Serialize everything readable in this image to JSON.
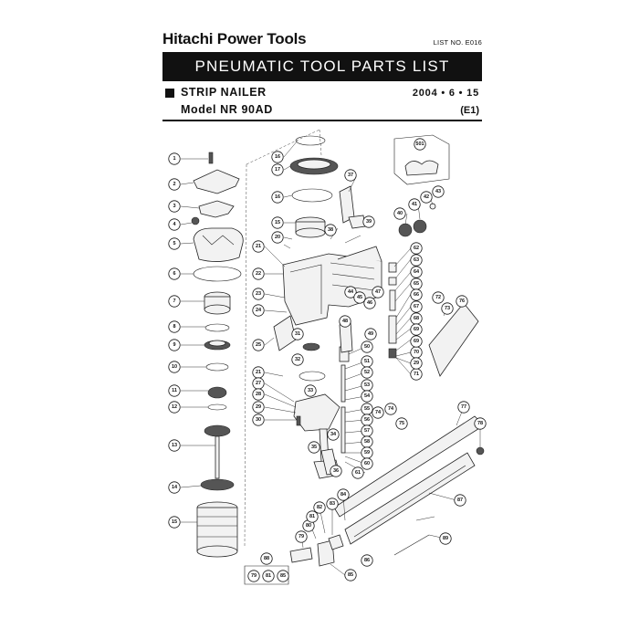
{
  "header": {
    "brand": "Hitachi Power Tools",
    "list_no": "LIST NO. E016",
    "banner": "PNEUMATIC TOOL PARTS LIST",
    "product": "STRIP NAILER",
    "date": "2004 • 6 • 15",
    "model": "Model NR 90AD",
    "code": "(E1)"
  },
  "callouts": [
    {
      "n": "1"
    },
    {
      "n": "2"
    },
    {
      "n": "3"
    },
    {
      "n": "4"
    },
    {
      "n": "5"
    },
    {
      "n": "6"
    },
    {
      "n": "7"
    },
    {
      "n": "8"
    },
    {
      "n": "9"
    },
    {
      "n": "10"
    },
    {
      "n": "11"
    },
    {
      "n": "12"
    },
    {
      "n": "13"
    },
    {
      "n": "14"
    },
    {
      "n": "15"
    },
    {
      "n": "16"
    },
    {
      "n": "17"
    },
    {
      "n": "16"
    },
    {
      "n": "15"
    },
    {
      "n": "20"
    },
    {
      "n": "21"
    },
    {
      "n": "22"
    },
    {
      "n": "23"
    },
    {
      "n": "24"
    },
    {
      "n": "25"
    },
    {
      "n": "21"
    },
    {
      "n": "27"
    },
    {
      "n": "28"
    },
    {
      "n": "29"
    },
    {
      "n": "30"
    },
    {
      "n": "31"
    },
    {
      "n": "32"
    },
    {
      "n": "33"
    },
    {
      "n": "34"
    },
    {
      "n": "35"
    },
    {
      "n": "36"
    },
    {
      "n": "37"
    },
    {
      "n": "38"
    },
    {
      "n": "39"
    },
    {
      "n": "40"
    },
    {
      "n": "41"
    },
    {
      "n": "42"
    },
    {
      "n": "43"
    },
    {
      "n": "44"
    },
    {
      "n": "45"
    },
    {
      "n": "46"
    },
    {
      "n": "47"
    },
    {
      "n": "48"
    },
    {
      "n": "49"
    },
    {
      "n": "50"
    },
    {
      "n": "501"
    },
    {
      "n": "51"
    },
    {
      "n": "52"
    },
    {
      "n": "53"
    },
    {
      "n": "54"
    },
    {
      "n": "55"
    },
    {
      "n": "56"
    },
    {
      "n": "57"
    },
    {
      "n": "58"
    },
    {
      "n": "59"
    },
    {
      "n": "60"
    },
    {
      "n": "61"
    },
    {
      "n": "62"
    },
    {
      "n": "63"
    },
    {
      "n": "64"
    },
    {
      "n": "65"
    },
    {
      "n": "66"
    },
    {
      "n": "67"
    },
    {
      "n": "68"
    },
    {
      "n": "69"
    },
    {
      "n": "70"
    },
    {
      "n": "71"
    },
    {
      "n": "72"
    },
    {
      "n": "73"
    },
    {
      "n": "74"
    },
    {
      "n": "75"
    },
    {
      "n": "76"
    },
    {
      "n": "77"
    },
    {
      "n": "78"
    },
    {
      "n": "79"
    },
    {
      "n": "80"
    },
    {
      "n": "81"
    },
    {
      "n": "82"
    },
    {
      "n": "83"
    },
    {
      "n": "84"
    },
    {
      "n": "85"
    },
    {
      "n": "86"
    },
    {
      "n": "87"
    },
    {
      "n": "88"
    },
    {
      "n": "89"
    },
    {
      "n": "79"
    },
    {
      "n": "81"
    },
    {
      "n": "85"
    },
    {
      "n": "69"
    },
    {
      "n": "29"
    },
    {
      "n": "74"
    }
  ]
}
